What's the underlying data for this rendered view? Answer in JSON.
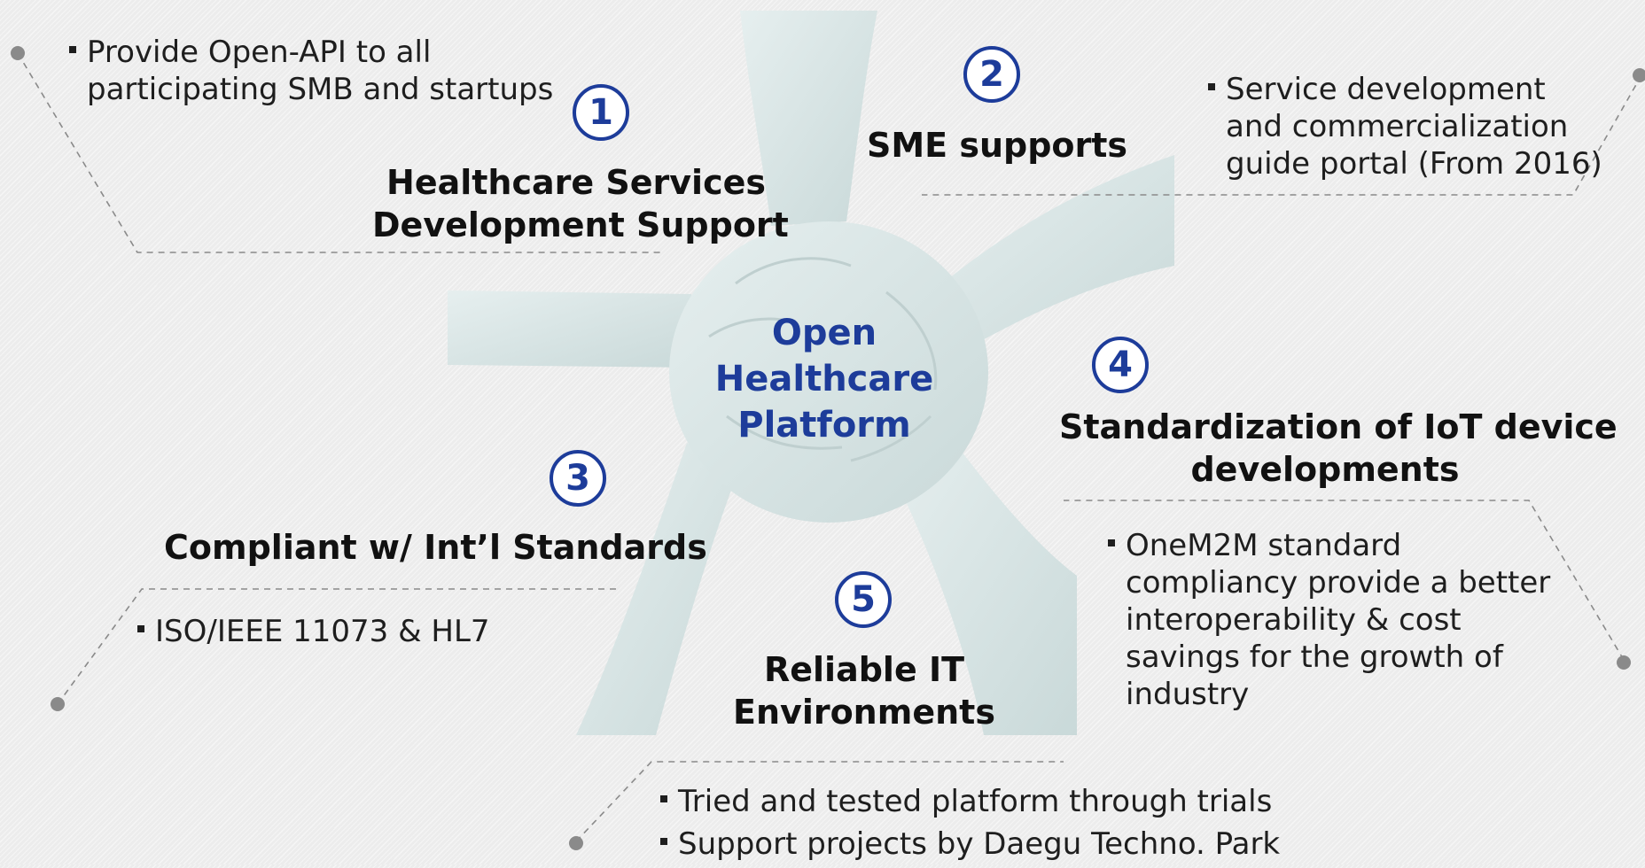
{
  "center": {
    "title": "Open\nHealthcare\nPlatform"
  },
  "items": [
    {
      "number": "1",
      "title_line1": "Healthcare Services",
      "title_line2": "Development Support",
      "bullets": [
        "Provide Open-API to all participating SMB and startups"
      ]
    },
    {
      "number": "2",
      "title": "SME supports",
      "bullets": [
        "Service development and commercialization guide portal (From 2016)"
      ]
    },
    {
      "number": "3",
      "title": "Compliant w/ Int’l Standards",
      "bullets": [
        "ISO/IEEE 11073 & HL7"
      ]
    },
    {
      "number": "4",
      "title_line1": "Standardization of IoT device",
      "title_line2": "developments",
      "bullets": [
        "OneM2M standard compliancy provide a better interoperability & cost savings for the growth of industry"
      ]
    },
    {
      "number": "5",
      "title_line1": "Reliable IT",
      "title_line2": "Environments",
      "bullets": [
        "Tried and tested platform through trials",
        "Support projects by Daegu Techno. Park"
      ]
    }
  ],
  "colors": {
    "accent": "#1d3c9a",
    "text": "#111111",
    "connector": "#8a8a8a",
    "hands": "#d5e3e3"
  }
}
